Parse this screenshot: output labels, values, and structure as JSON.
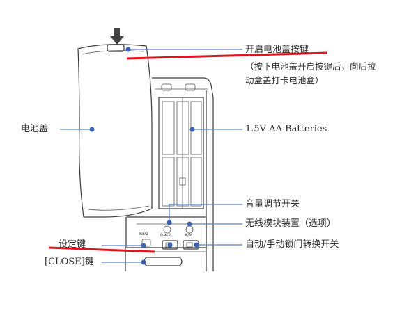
{
  "labels": {
    "open_button": "开启电池盖按键",
    "open_button_note_1": "（按下电池盖开启按键后，向后拉",
    "open_button_note_2": "动盒盖打卡电池盒）",
    "battery_cover": "电池盖",
    "batteries": "1.5V AA Batteries",
    "volume_switch": "音量调节开关",
    "wireless_module": "无线模块装置（选项）",
    "auto_manual_switch": "自动/手动锁门转换开关",
    "set_key": "设定键",
    "close_key": "[CLOSE]键"
  },
  "panel_marks": {
    "reg": "REG",
    "volume_scale": "0-K-2",
    "auto_manual": "A/M"
  },
  "colors": {
    "leader": "#5a82c4",
    "dot": "#3d63b5",
    "highlight": "#e0141e",
    "outline": "#3a3a3a"
  }
}
